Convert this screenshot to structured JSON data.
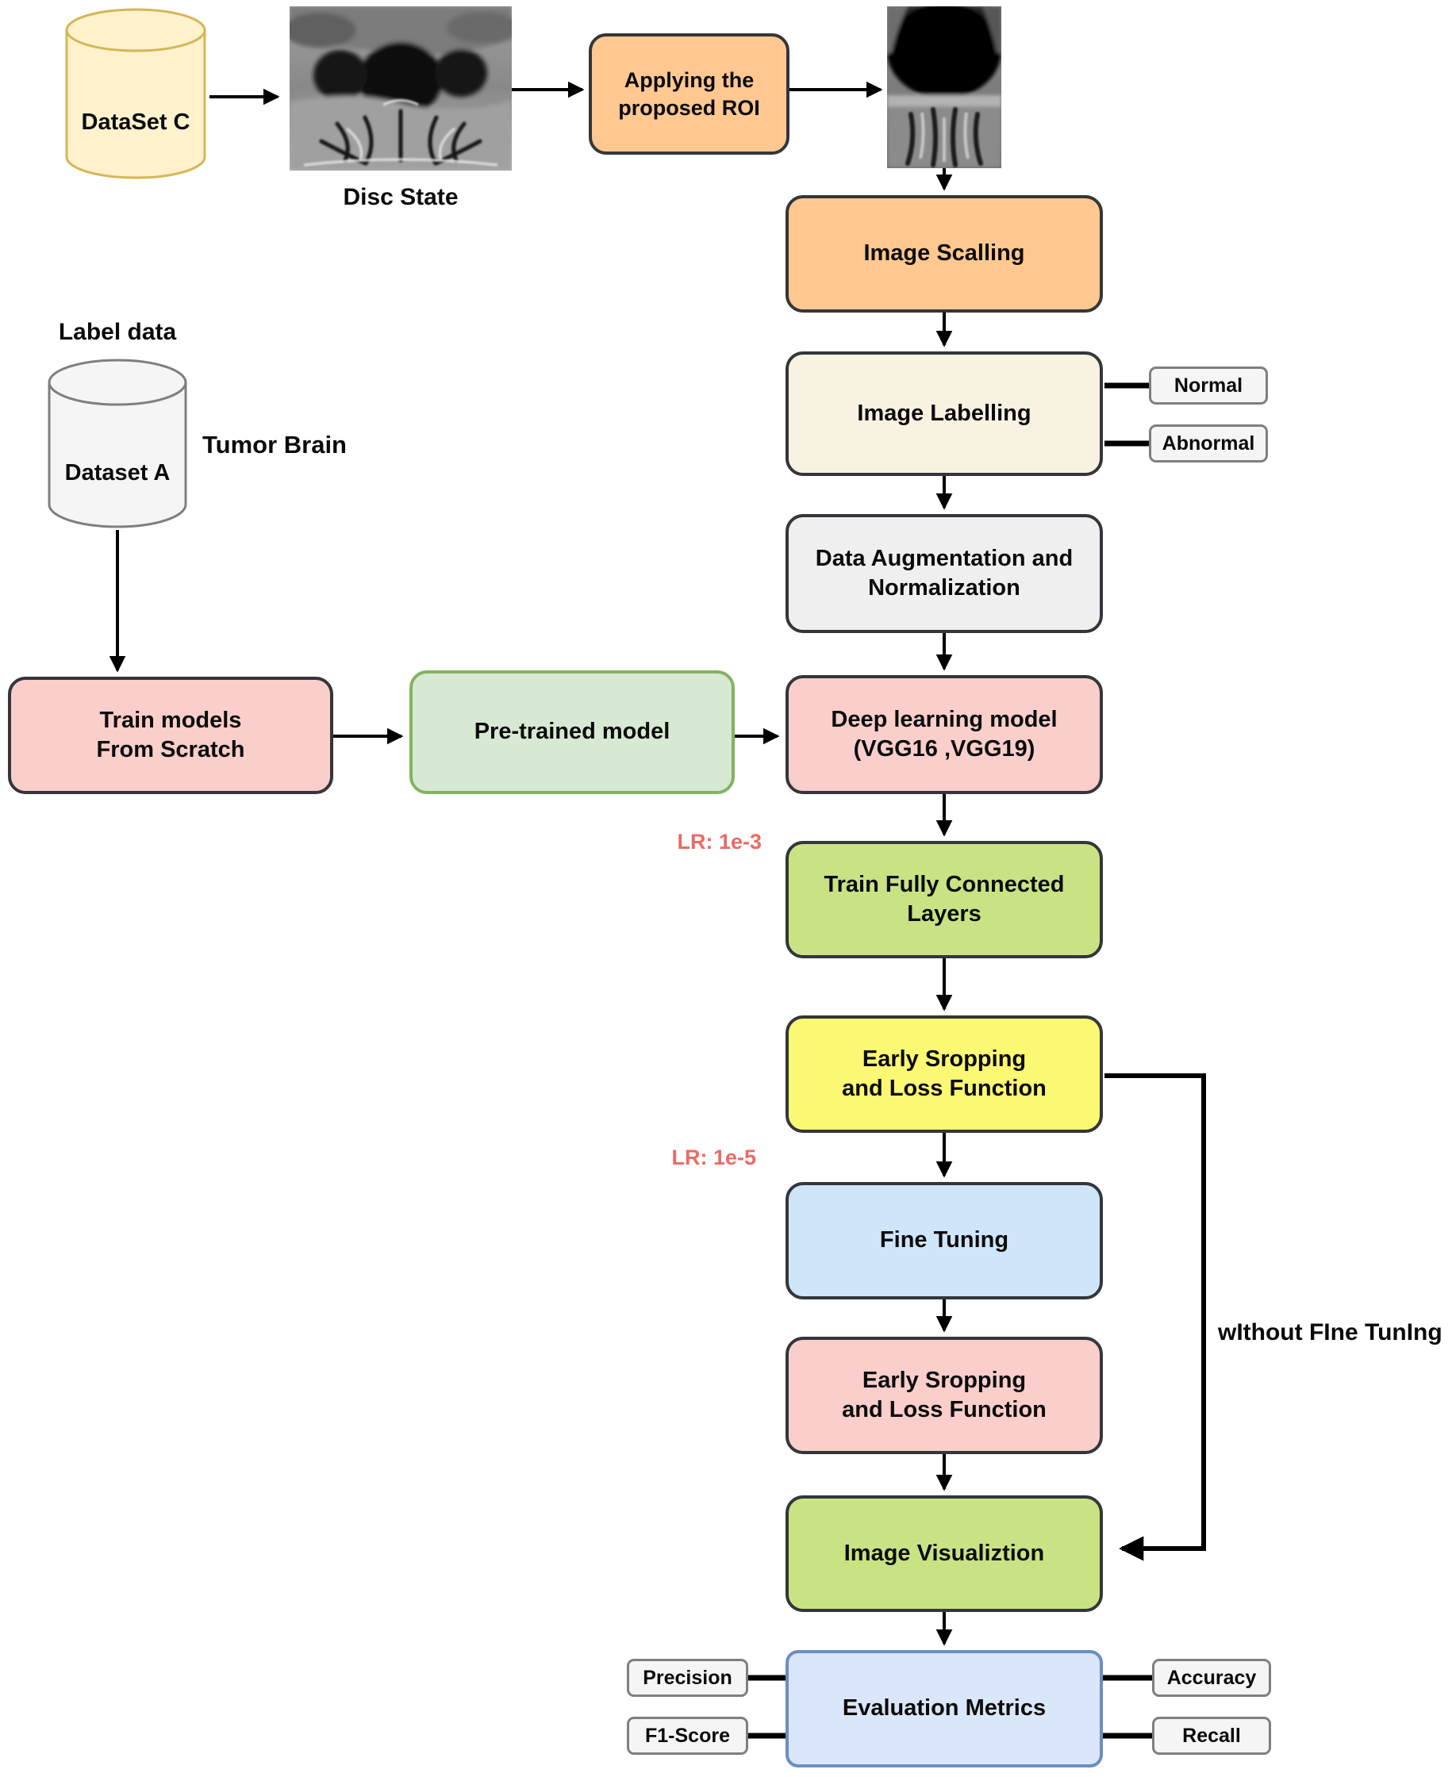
{
  "colors": {
    "orange_box": "#ffc890",
    "cream_box": "#f8f2e3",
    "gray_box": "#efefef",
    "pink_box": "#f9cecb",
    "lime_box": "#c9e384",
    "yellow_box": "#fbf874",
    "light_blue_box": "#cfe5fa",
    "eval_fill": "#dae6f9",
    "eval_border": "#6c8ebf",
    "pretrained_fill": "#d7e9d2",
    "pretrained_border": "#83b360",
    "side_box_fill": "#f5f5f5",
    "side_box_border": "#7f7f7f",
    "cylinder_yellow_fill": "#fff2cc",
    "cylinder_yellow_border": "#d6b656",
    "cylinder_gray_fill": "#f5f5f5",
    "cylinder_gray_border": "#7f7f7f",
    "dark_border": "#33363a",
    "annotation_red": "#ea6b66",
    "line_black": "#000000"
  },
  "top_flow": {
    "dataset_c_label": "DataSet C",
    "disc_caption": "Disc State",
    "roi_label": "Applying the\nproposed ROI",
    "mri_full_icon": "mri-axial-slice-image",
    "mri_roi_icon": "mri-roi-crop-image"
  },
  "left_flow": {
    "label_data_caption": "Label data",
    "dataset_a_label": "Dataset A",
    "tumor_caption": "Tumor Brain",
    "train_scratch_label": "Train models\nFrom Scratch",
    "pretrained_label": "Pre-trained model"
  },
  "pipeline": {
    "image_scaling": "Image Scalling",
    "image_labelling": "Image Labelling",
    "normal": "Normal",
    "abnormal": "Abnormal",
    "data_augmentation": "Data Augmentation and\nNormalization",
    "deep_learning": "Deep learning model\n(VGG16 ,VGG19)",
    "train_fc": "Train Fully Connected\nLayers",
    "early_stopping_top": "Early Sropping\nand Loss Function",
    "fine_tuning": "Fine Tuning",
    "early_stopping_bottom": "Early Sropping\nand Loss Function",
    "image_visualization": "Image Visualiztion",
    "evaluation_metrics": "Evaluation Metrics",
    "precision": "Precision",
    "f1_score": "F1-Score",
    "accuracy": "Accuracy",
    "recall": "Recall"
  },
  "annotations": {
    "lr_top": "LR: 1e-3",
    "lr_bottom": "LR: 1e-5",
    "bypass_label": "wIthout FIne TunIng"
  }
}
